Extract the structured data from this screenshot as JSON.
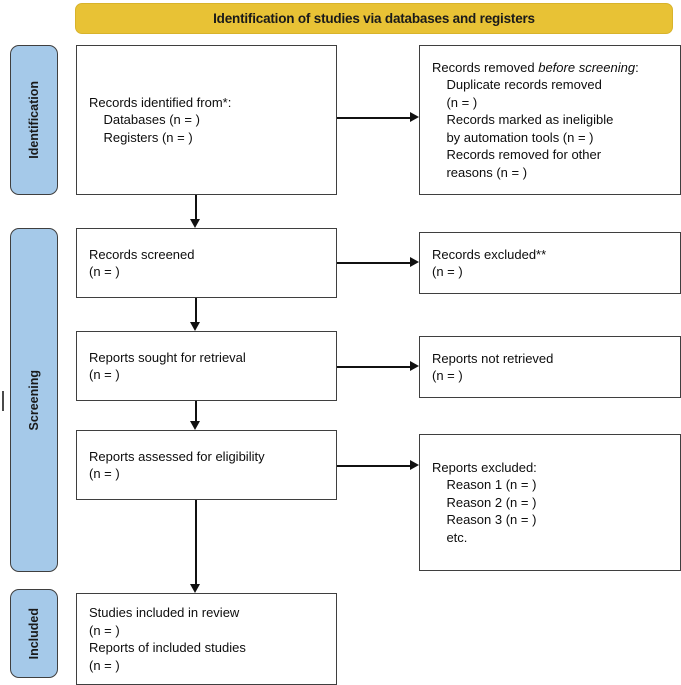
{
  "banner": {
    "title": "Identification of studies via databases and registers"
  },
  "stages": [
    {
      "id": "identification",
      "label": "Identification"
    },
    {
      "id": "screening",
      "label": "Screening"
    },
    {
      "id": "included",
      "label": "Included"
    }
  ],
  "boxes": {
    "identified": "Records identified from*:\n    Databases (n = )\n    Registers (n = )",
    "removed_line1": "Records removed ",
    "removed_italic": "before screening",
    "removed_line2": ":\n    Duplicate records removed\n    (n = )\n    Records marked as ineligible\n    by automation tools (n = )\n    Records removed for other\n    reasons (n = )",
    "screened": "Records screened\n(n = )",
    "excluded": "Records excluded**\n(n = )",
    "sought": "Reports sought for retrieval\n(n = )",
    "not_retrieved": "Reports not retrieved\n(n = )",
    "assessed": "Reports assessed for eligibility\n(n = )",
    "reports_excluded": "Reports excluded:\n    Reason 1 (n = )\n    Reason 2 (n = )\n    Reason 3 (n = )\n    etc.",
    "included": "Studies included in review\n(n = )\nReports of included studies\n(n = )"
  },
  "colors": {
    "banner_fill": "#e8c235",
    "stage_fill": "#a5c9e9",
    "box_border": "#3f3f3f",
    "connector": "#111111",
    "text": "#0d0d0d"
  }
}
